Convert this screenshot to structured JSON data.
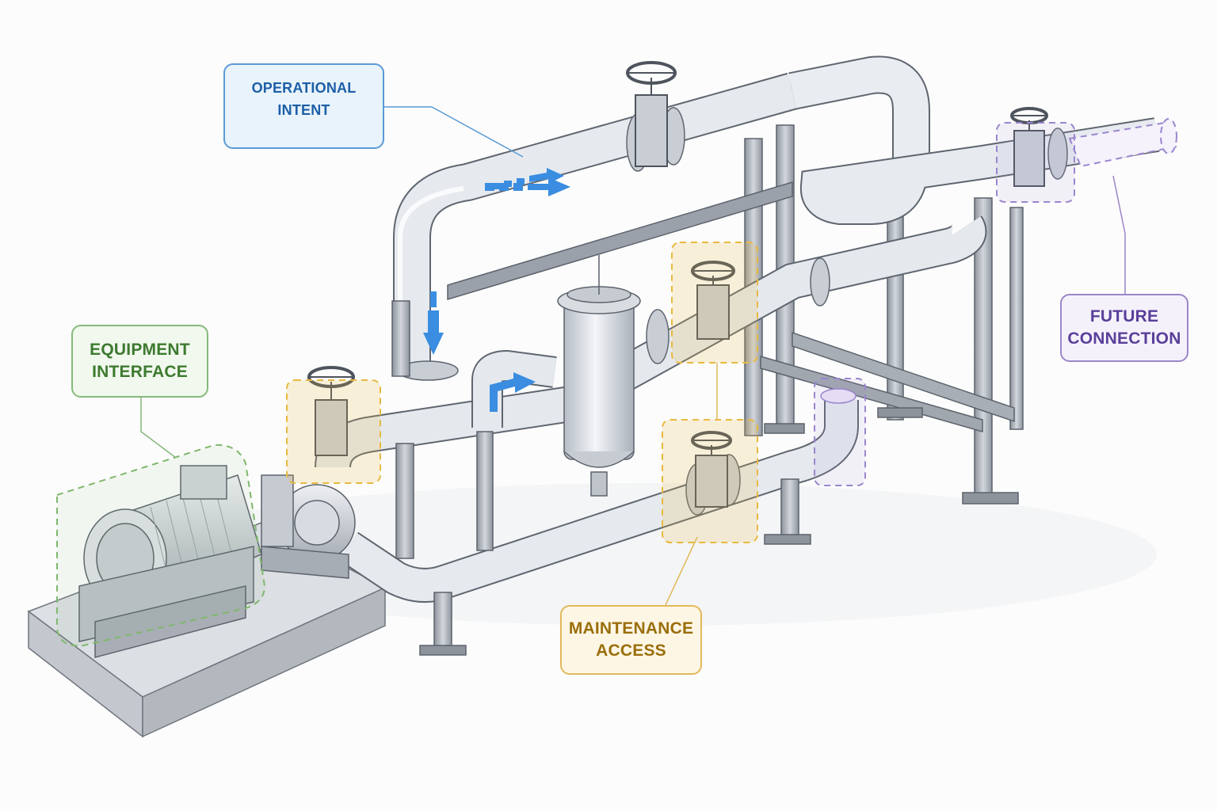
{
  "callouts": {
    "operational_intent": {
      "lines": [
        "OPERATIONAL INTENT"
      ],
      "color": "#1c5fa6"
    },
    "equipment_interface": {
      "lines": [
        "EQUIPMENT",
        "INTERFACE"
      ],
      "color": "#3d7a2f"
    },
    "maintenance_access": {
      "lines": [
        "MAINTENANCE",
        "ACCESS"
      ],
      "color": "#9a6e0c"
    },
    "future_connection": {
      "lines": [
        "FUTURE",
        "CONNECTION"
      ],
      "color": "#5a3f9a"
    }
  },
  "icons": {
    "flow_arrow": "dashed-right-arrow-icon",
    "valve": "handwheel-valve-icon"
  },
  "colors": {
    "pipe": "#e4e8ee",
    "steel": "#b9bec6",
    "flow": "#3a8de0",
    "equipment_zone": "#7fb86d",
    "maintenance_zone": "#e8b93f",
    "future_zone": "#9b85cf"
  }
}
